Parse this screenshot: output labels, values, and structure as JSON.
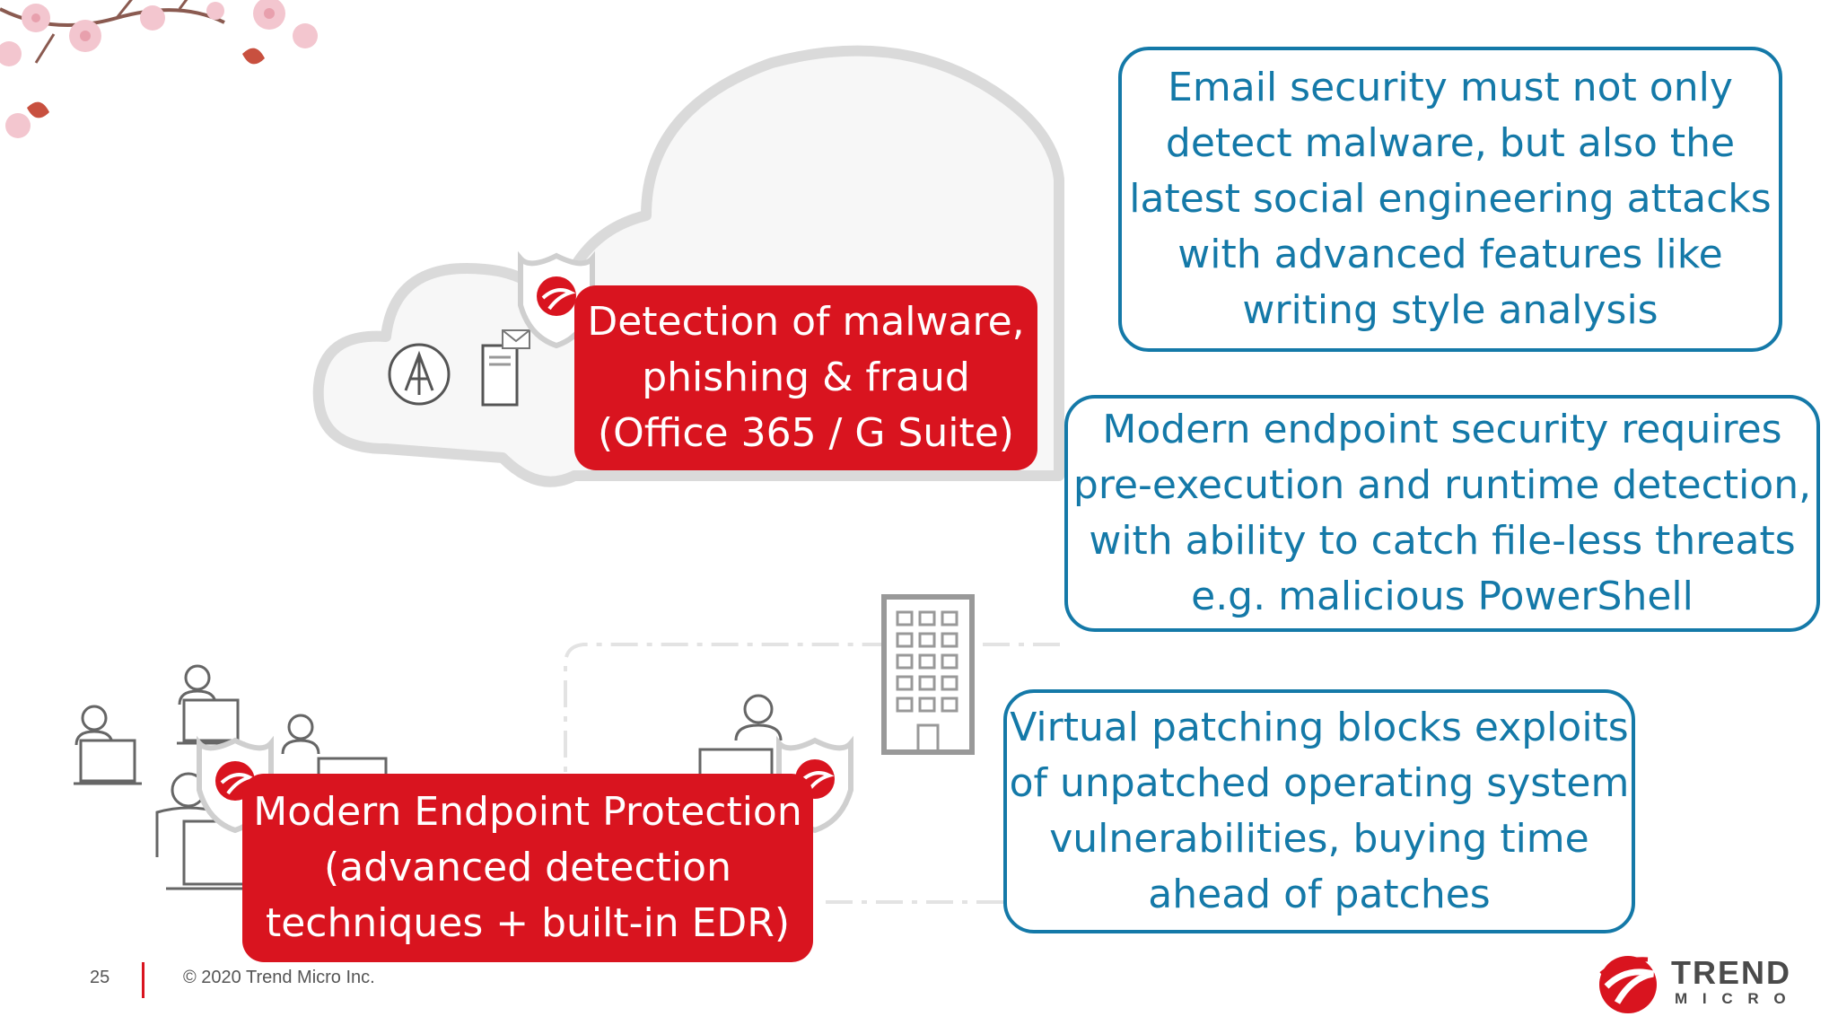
{
  "slide": {
    "page_number": "25",
    "copyright": "© 2020 Trend Micro Inc."
  },
  "callouts": {
    "cloud_detection": "Detection of malware,\nphishing & fraud\n(Office 365 / G Suite)",
    "endpoint_protection": "Modern Endpoint Protection\n(advanced detection\ntechniques + built-in EDR)"
  },
  "notes": {
    "email_security": "Email security must not only\ndetect malware, but also the\nlatest social engineering attacks\nwith advanced features like\nwriting style analysis",
    "endpoint_security": "Modern endpoint security requires\npre-execution and runtime detection,\nwith ability to catch file-less threats\ne.g. malicious PowerShell",
    "virtual_patching": "Virtual patching blocks exploits\nof unpatched operating system\nvulnerabilities, buying time\nahead of patches"
  },
  "logo": {
    "line1": "TREND",
    "line2": "M I C R O"
  },
  "colors": {
    "brand_red": "#d9141f",
    "accent_blue": "#1479a8"
  }
}
